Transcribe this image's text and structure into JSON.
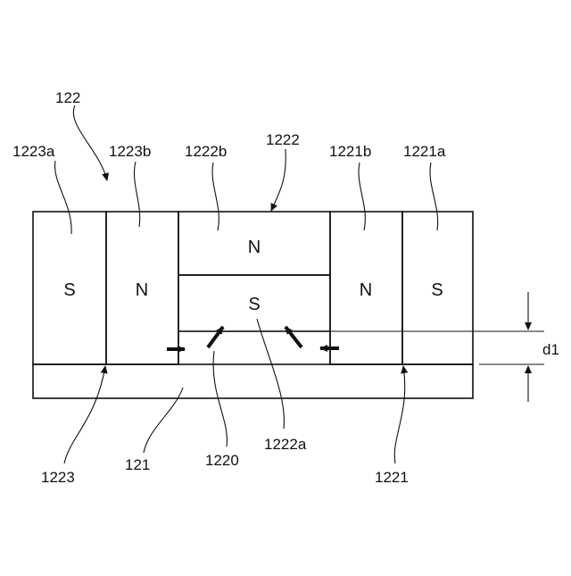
{
  "labels": {
    "r122": "122",
    "r1223a": "1223a",
    "r1223b": "1223b",
    "r1222b": "1222b",
    "r1222": "1222",
    "r1221b": "1221b",
    "r1221a": "1221a",
    "r1223": "1223",
    "r121": "121",
    "r1220": "1220",
    "r1222a": "1222a",
    "r1221": "1221",
    "d1": "d1"
  },
  "poles": {
    "m1223a": "S",
    "m1223b": "N",
    "m1222b": "N",
    "m1222a": "S",
    "m1221b": "N",
    "m1221a": "S"
  }
}
